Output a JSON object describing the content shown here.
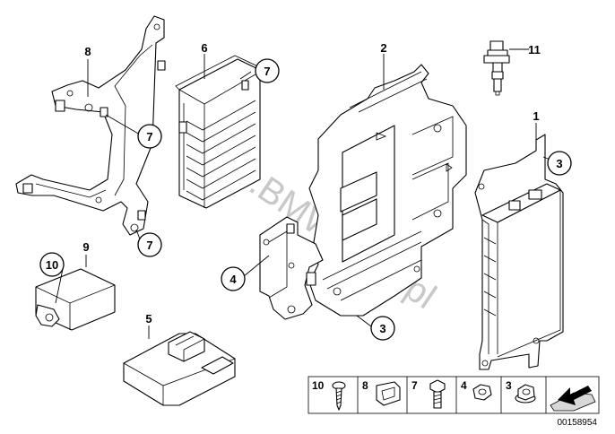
{
  "watermark": "www.BMWstore.pl",
  "reference_number": "00158954",
  "callouts": {
    "bracket_8": "8",
    "module_6": "6",
    "module_6_screw": "7",
    "bracket_8_screw_a": "7",
    "bracket_8_screw_b": "7",
    "carrier_2": "2",
    "sensor_11": "11",
    "control_unit_1": "1",
    "control_unit_1_nut": "3",
    "carrier_2_nut_a": "4",
    "carrier_2_nut_b": "3",
    "sensor_9": "9",
    "sensor_9_screw": "10",
    "module_5": "5"
  },
  "fastener_table": {
    "cells": [
      {
        "label": "10",
        "icon": "screw-icon"
      },
      {
        "label": "8",
        "icon": "clip-nut-icon"
      },
      {
        "label": "7",
        "icon": "hex-bolt-icon"
      },
      {
        "label": "4",
        "icon": "hex-nut-icon"
      },
      {
        "label": "3",
        "icon": "flange-nut-icon"
      },
      {
        "label": "",
        "icon": "arrow-icon"
      }
    ]
  }
}
